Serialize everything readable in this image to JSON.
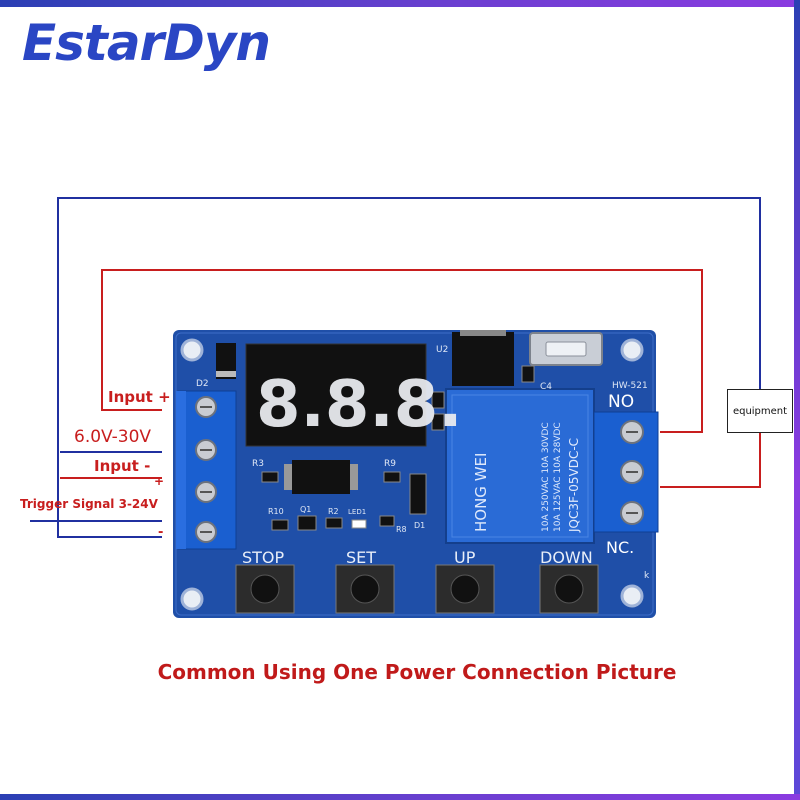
{
  "brand": {
    "name": "EstarDyn"
  },
  "labels": {
    "input_plus": "Input +",
    "voltage": "6.0V-30V",
    "input_minus": "Input -",
    "plus_sign": "+",
    "trigger": "Trigger Signal 3-24V",
    "minus_sign": "-",
    "no": "NO",
    "nc": "NC.",
    "equipment": "equipment"
  },
  "board": {
    "model": "HW-521",
    "display": "8.8.8.",
    "buttons": [
      "STOP",
      "SET",
      "UP",
      "DOWN"
    ],
    "relay_brand": "HONG WEI",
    "relay_model": "JQC3F-05VDC-C",
    "relay_rating_1": "10A 250VAC 10A 30VDC",
    "relay_rating_2": "10A 125VAC 10A 28VDC",
    "silkscreen": {
      "d2": "D2",
      "u2": "U2",
      "c4": "C4",
      "r3": "R3",
      "r9": "R9",
      "r10": "R10",
      "q1": "Q1",
      "r2": "R2",
      "led1": "LED1",
      "r8": "R8",
      "d1": "D1",
      "k": "k"
    }
  },
  "caption": "Common Using One Power Connection Picture",
  "colors": {
    "brand": "#2a46c4",
    "wire_red": "#c81e1e",
    "wire_blue": "#2030a0",
    "pcb": "#1f4fa8",
    "terminal": "#1a5fd0"
  }
}
